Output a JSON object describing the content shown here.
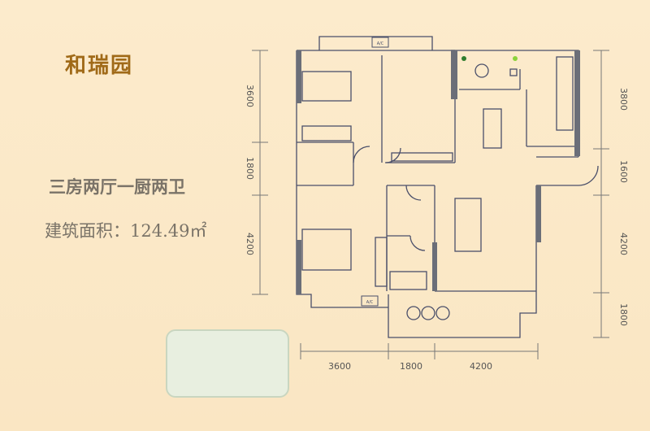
{
  "title": "和瑞园",
  "layout": "三房两厅一厨两卫",
  "area_label": "建筑面积：",
  "area_value": "124.49㎡",
  "dimensions": {
    "left": [
      "3600",
      "1800",
      "4200"
    ],
    "right": [
      "3800",
      "1600",
      "4200",
      "1800"
    ],
    "bottom": [
      "3600",
      "1800",
      "4200"
    ]
  },
  "ac_label": "A/C",
  "colors": {
    "title": "#a06a18",
    "text": "#7a7368",
    "wall": "#6b6e78",
    "line": "#4a4f6a",
    "background": "#fbe9c9"
  }
}
